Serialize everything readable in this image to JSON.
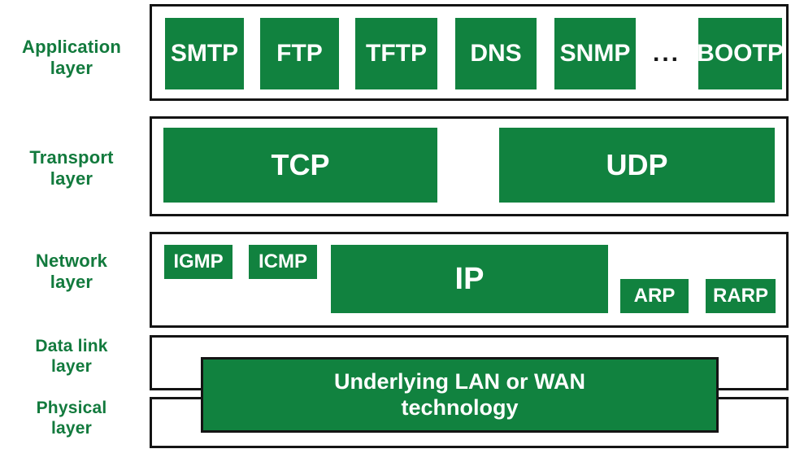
{
  "diagram": {
    "title": "TCP/IP protocol suite layers",
    "colors": {
      "protocol_green": "#11823f",
      "label_green": "#127a3d",
      "frame_black": "#141414",
      "background": "#ffffff",
      "protocol_text": "#ffffff"
    }
  },
  "layers": [
    {
      "id": "application",
      "label_lines": [
        "Application",
        "layer"
      ],
      "protocols": [
        "SMTP",
        "FTP",
        "TFTP",
        "DNS",
        "SNMP",
        "BOOTP"
      ],
      "ellipsis": "..."
    },
    {
      "id": "transport",
      "label_lines": [
        "Transport",
        "layer"
      ],
      "protocols": [
        "TCP",
        "UDP"
      ]
    },
    {
      "id": "network",
      "label_lines": [
        "Network",
        "layer"
      ],
      "protocols": [
        "IGMP",
        "ICMP",
        "IP",
        "ARP",
        "RARP"
      ]
    },
    {
      "id": "datalink",
      "label_lines": [
        "Data link",
        "layer"
      ],
      "protocols": []
    },
    {
      "id": "physical",
      "label_lines": [
        "Physical",
        "layer"
      ],
      "protocols": []
    }
  ],
  "underlying": {
    "line1": "Underlying LAN or WAN",
    "line2": "technology",
    "full": "Underlying LAN or WAN technology"
  }
}
